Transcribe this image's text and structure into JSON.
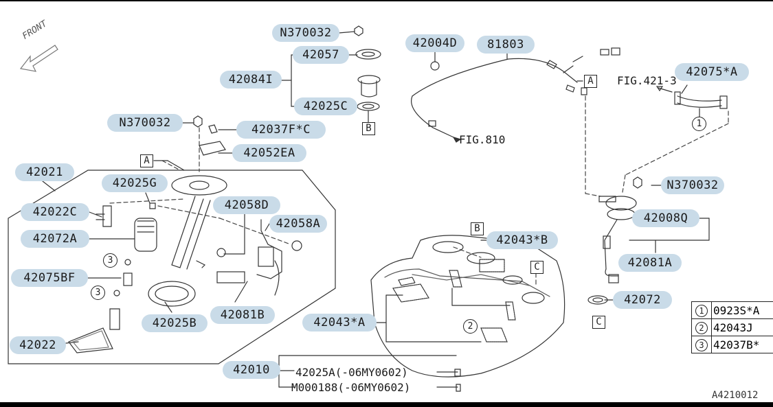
{
  "front_label": "FRONT",
  "callouts": {
    "n370032_top": "N370032",
    "p42057": "42057",
    "p42084I": "42084I",
    "p42025C": "42025C",
    "p42004D": "42004D",
    "p81803": "81803",
    "p42075A": "42075*A",
    "n370032_left": "N370032",
    "p42037FC": "42037F*C",
    "p42052EA": "42052EA",
    "p42021": "42021",
    "p42025G": "42025G",
    "p42022C": "42022C",
    "p42058D": "42058D",
    "p42058A": "42058A",
    "p42072A": "42072A",
    "p42075BF": "42075BF",
    "p42081B": "42081B",
    "p42025B": "42025B",
    "p42022": "42022",
    "p42043B": "42043*B",
    "p42043A": "42043*A",
    "p42010": "42010",
    "n370032_right": "N370032",
    "p42008Q": "42008Q",
    "p42081A": "42081A",
    "p42072": "42072"
  },
  "refs": {
    "fig810": "FIG.810",
    "fig421_3": "FIG.421-3",
    "p42025A": "42025A(-06MY0602)",
    "m000188": "M000188(-06MY0602)"
  },
  "box_labels": {
    "a": "A",
    "b": "B",
    "c": "C"
  },
  "circle_labels": {
    "one": "1",
    "two": "2",
    "three": "3"
  },
  "legend": [
    {
      "num": "1",
      "part": "0923S*A"
    },
    {
      "num": "2",
      "part": "42043J"
    },
    {
      "num": "3",
      "part": "42037B*"
    }
  ],
  "figure_id": "A4210012"
}
